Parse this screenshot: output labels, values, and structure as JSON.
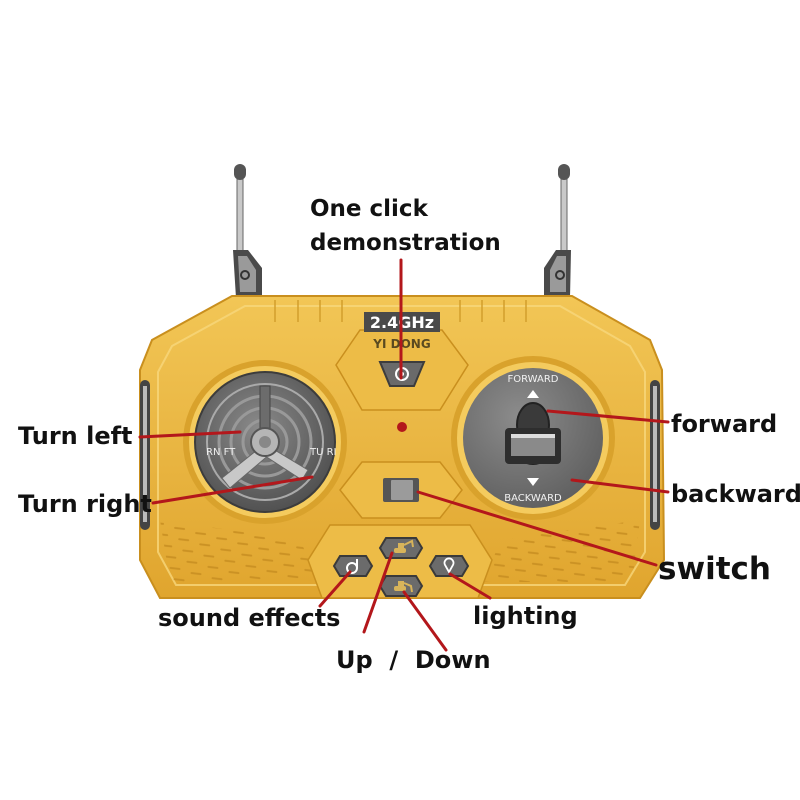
{
  "device": {
    "badge_frequency": "2.4GHz",
    "brand": "YI DONG",
    "left_dial_left_text": "RN FT",
    "left_dial_right_text": "TU RI",
    "right_dial_top_text": "FORWARD",
    "right_dial_bottom_text": "BACKWARD",
    "colors": {
      "body": "#E8B33A",
      "body_dark": "#C98F1E",
      "body_light": "#F4CB5E",
      "dial": "#707070",
      "callout_line": "#B3171B",
      "label_text": "#111111"
    }
  },
  "buttons": {
    "demo": {
      "icon": "gear-icon"
    },
    "sound": {
      "icon": "music-note-icon"
    },
    "up": {
      "icon": "excavator-up-icon"
    },
    "down": {
      "icon": "excavator-down-icon"
    },
    "lighting": {
      "icon": "lightbulb-icon"
    },
    "switch": {
      "icon": "slide-switch"
    }
  },
  "labels": {
    "demo_line1": "One click",
    "demo_line2": "demonstration",
    "turn_left": "Turn left",
    "turn_right": "Turn right",
    "forward": "forward",
    "backward": "backward",
    "switch": "switch",
    "sound_effects": "sound effects",
    "lighting": "lighting",
    "up_down": "Up  /  Down"
  }
}
